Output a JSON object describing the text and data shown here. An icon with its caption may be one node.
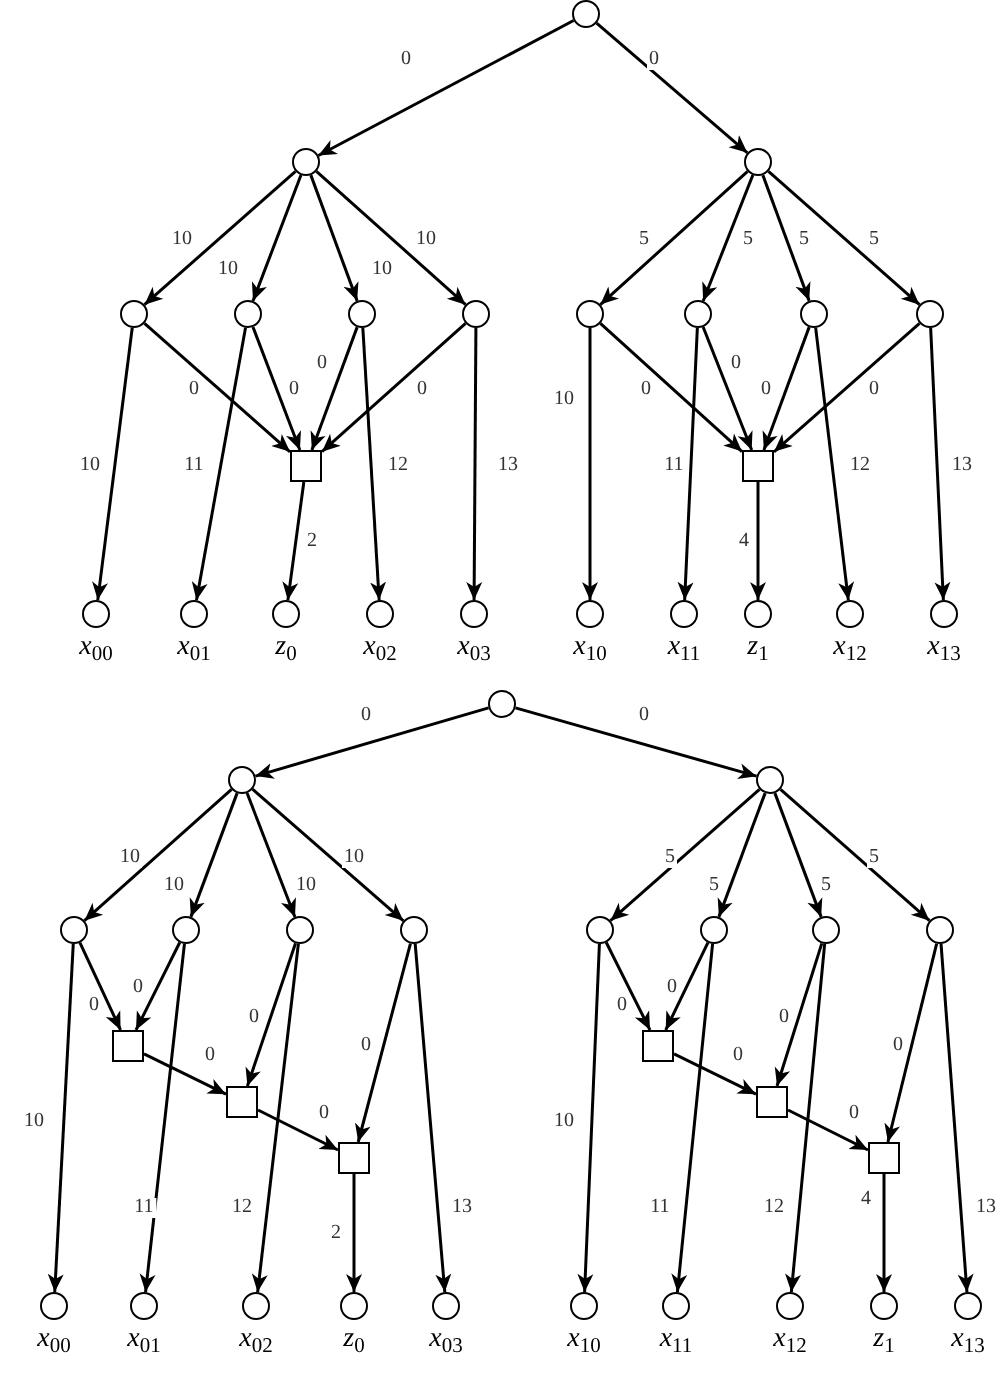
{
  "diagram": {
    "nodes": [
      {
        "text": [],
        "shape": "circle"
      },
      {
        "text": [],
        "shape": "circle"
      },
      {
        "text": [],
        "shape": "circle"
      },
      {
        "text": [],
        "shape": "circle"
      },
      {
        "text": [],
        "shape": "circle"
      },
      {
        "text": [],
        "shape": "circle"
      },
      {
        "text": [],
        "shape": "circle"
      },
      {
        "text": [],
        "shape": "circle"
      },
      {
        "text": [],
        "shape": "circle"
      },
      {
        "text": [],
        "shape": "circle"
      },
      {
        "text": [],
        "shape": "circle"
      },
      {
        "text": [],
        "shape": "box"
      },
      {
        "text": [],
        "shape": "box"
      },
      {
        "text": [],
        "shape": "circle",
        "beside": [
          "*x*$_{00}$"
        ]
      },
      {
        "text": [],
        "shape": "circle",
        "beside": [
          "*x*$_{01}$"
        ]
      },
      {
        "text": [],
        "shape": "circle",
        "beside": [
          "*z*$_{0}$"
        ]
      },
      {
        "text": [],
        "shape": "circle",
        "beside": [
          "*x*$_{02}$"
        ]
      },
      {
        "text": [],
        "shape": "circle",
        "beside": [
          "*x*$_{03}$"
        ]
      },
      {
        "text": [],
        "shape": "circle",
        "beside": [
          "*x*$_{10}$"
        ]
      },
      {
        "text": [],
        "shape": "circle",
        "beside": [
          "*x*$_{11}$"
        ]
      },
      {
        "text": [],
        "shape": "circle",
        "beside": [
          "*z*$_{1}$"
        ]
      },
      {
        "text": [],
        "shape": "circle",
        "beside": [
          "*x*$_{12}$"
        ]
      },
      {
        "text": [],
        "shape": "circle",
        "beside": [
          "*x*$_{13}$"
        ]
      },
      {
        "text": [],
        "shape": "circle"
      },
      {
        "text": [],
        "shape": "circle"
      },
      {
        "text": [],
        "shape": "circle"
      },
      {
        "text": [],
        "shape": "circle"
      },
      {
        "text": [],
        "shape": "circle"
      },
      {
        "text": [],
        "shape": "circle"
      },
      {
        "text": [],
        "shape": "circle"
      },
      {
        "text": [],
        "shape": "circle"
      },
      {
        "text": [],
        "shape": "circle"
      },
      {
        "text": [],
        "shape": "circle"
      },
      {
        "text": [],
        "shape": "circle"
      },
      {
        "text": [],
        "shape": "box"
      },
      {
        "text": [],
        "shape": "box"
      },
      {
        "text": [],
        "shape": "box"
      },
      {
        "text": [],
        "shape": "box"
      },
      {
        "text": [],
        "shape": "box"
      },
      {
        "text": [],
        "shape": "box"
      },
      {
        "text": [],
        "shape": "circle",
        "beside": [
          "*x*$_{00}$"
        ]
      },
      {
        "text": [],
        "shape": "circle",
        "beside": [
          "*x*$_{01}$"
        ]
      },
      {
        "text": [],
        "shape": "circle",
        "beside": [
          "*x*$_{02}$"
        ]
      },
      {
        "text": [],
        "shape": "circle",
        "beside": [
          "*z*$_{0}$"
        ]
      },
      {
        "text": [],
        "shape": "circle",
        "beside": [
          "*x*$_{03}$"
        ]
      },
      {
        "text": [],
        "shape": "circle",
        "beside": [
          "*x*$_{10}$"
        ]
      },
      {
        "text": [],
        "shape": "circle",
        "beside": [
          "*x*$_{11}$"
        ]
      },
      {
        "text": [],
        "shape": "circle",
        "beside": [
          "*x*$_{12}$"
        ]
      },
      {
        "text": [],
        "shape": "circle",
        "beside": [
          "*z*$_{1}$"
        ]
      },
      {
        "text": [],
        "shape": "circle",
        "beside": [
          "*x*$_{13}$"
        ]
      }
    ],
    "edges": [
      {
        "from": 0,
        "to": 1,
        "arrow": "to",
        "label": "0"
      },
      {
        "from": 0,
        "to": 2,
        "arrow": "to",
        "label": "0"
      },
      {
        "from": 1,
        "to": 3,
        "arrow": "to",
        "label": "10"
      },
      {
        "from": 1,
        "to": 4,
        "arrow": "to",
        "label": "10"
      },
      {
        "from": 1,
        "to": 5,
        "arrow": "to",
        "label": "10"
      },
      {
        "from": 1,
        "to": 6,
        "arrow": "to",
        "label": "10"
      },
      {
        "from": 2,
        "to": 7,
        "arrow": "to",
        "label": "5"
      },
      {
        "from": 2,
        "to": 8,
        "arrow": "to",
        "label": "5"
      },
      {
        "from": 2,
        "to": 9,
        "arrow": "to",
        "label": "5"
      },
      {
        "from": 2,
        "to": 10,
        "arrow": "to",
        "label": "5"
      },
      {
        "from": 3,
        "to": 11,
        "arrow": "to",
        "label": "0"
      },
      {
        "from": 4,
        "to": 11,
        "arrow": "to",
        "label": "0"
      },
      {
        "from": 5,
        "to": 11,
        "arrow": "to",
        "label": "0"
      },
      {
        "from": 6,
        "to": 11,
        "arrow": "to",
        "label": "0"
      },
      {
        "from": 3,
        "to": 13,
        "arrow": "to",
        "label": "10"
      },
      {
        "from": 4,
        "to": 14,
        "arrow": "to",
        "label": "11"
      },
      {
        "from": 5,
        "to": 16,
        "arrow": "to",
        "label": "12"
      },
      {
        "from": 6,
        "to": 17,
        "arrow": "to",
        "label": "13"
      },
      {
        "from": 11,
        "to": 15,
        "arrow": "to",
        "label": "2"
      },
      {
        "from": 7,
        "to": 12,
        "arrow": "to",
        "label": "0"
      },
      {
        "from": 8,
        "to": 12,
        "arrow": "to",
        "label": "0"
      },
      {
        "from": 9,
        "to": 12,
        "arrow": "to",
        "label": "0"
      },
      {
        "from": 10,
        "to": 12,
        "arrow": "to",
        "label": "0"
      },
      {
        "from": 7,
        "to": 18,
        "arrow": "to",
        "label": "10"
      },
      {
        "from": 8,
        "to": 19,
        "arrow": "to",
        "label": "11"
      },
      {
        "from": 9,
        "to": 21,
        "arrow": "to",
        "label": "12"
      },
      {
        "from": 10,
        "to": 22,
        "arrow": "to",
        "label": "13"
      },
      {
        "from": 12,
        "to": 20,
        "arrow": "to",
        "label": "4"
      },
      {
        "from": 23,
        "to": 24,
        "arrow": "to",
        "label": "0"
      },
      {
        "from": 23,
        "to": 25,
        "arrow": "to",
        "label": "0"
      },
      {
        "from": 24,
        "to": 26,
        "arrow": "to",
        "label": "10"
      },
      {
        "from": 24,
        "to": 27,
        "arrow": "to",
        "label": "10"
      },
      {
        "from": 24,
        "to": 28,
        "arrow": "to",
        "label": "10"
      },
      {
        "from": 24,
        "to": 29,
        "arrow": "to",
        "label": "10"
      },
      {
        "from": 25,
        "to": 30,
        "arrow": "to",
        "label": "5"
      },
      {
        "from": 25,
        "to": 31,
        "arrow": "to",
        "label": "5"
      },
      {
        "from": 25,
        "to": 32,
        "arrow": "to",
        "label": "5"
      },
      {
        "from": 25,
        "to": 33,
        "arrow": "to",
        "label": "5"
      },
      {
        "from": 26,
        "to": 34,
        "arrow": "to",
        "label": "0"
      },
      {
        "from": 27,
        "to": 34,
        "arrow": "to",
        "label": "0"
      },
      {
        "from": 34,
        "to": 35,
        "arrow": "to",
        "label": "0"
      },
      {
        "from": 28,
        "to": 35,
        "arrow": "to",
        "label": "0"
      },
      {
        "from": 35,
        "to": 36,
        "arrow": "to",
        "label": "0"
      },
      {
        "from": 29,
        "to": 36,
        "arrow": "to",
        "label": "0"
      },
      {
        "from": 36,
        "to": 43,
        "arrow": "to",
        "label": "2"
      },
      {
        "from": 26,
        "to": 40,
        "arrow": "to",
        "label": "10"
      },
      {
        "from": 27,
        "to": 41,
        "arrow": "to",
        "label": "11"
      },
      {
        "from": 28,
        "to": 42,
        "arrow": "to",
        "label": "12"
      },
      {
        "from": 29,
        "to": 44,
        "arrow": "to",
        "label": "13"
      },
      {
        "from": 30,
        "to": 37,
        "arrow": "to",
        "label": "0"
      },
      {
        "from": 31,
        "to": 37,
        "arrow": "to",
        "label": "0"
      },
      {
        "from": 37,
        "to": 38,
        "arrow": "to",
        "label": "0"
      },
      {
        "from": 32,
        "to": 38,
        "arrow": "to",
        "label": "0"
      },
      {
        "from": 38,
        "to": 39,
        "arrow": "to",
        "label": "0"
      },
      {
        "from": 33,
        "to": 39,
        "arrow": "to",
        "label": "0"
      },
      {
        "from": 39,
        "to": 48,
        "arrow": "to",
        "label": "4"
      },
      {
        "from": 30,
        "to": 45,
        "arrow": "to",
        "label": "10"
      },
      {
        "from": 31,
        "to": 46,
        "arrow": "to",
        "label": "11"
      },
      {
        "from": 32,
        "to": 47,
        "arrow": "to",
        "label": "12"
      },
      {
        "from": 33,
        "to": 49,
        "arrow": "to",
        "label": "13"
      }
    ]
  }
}
